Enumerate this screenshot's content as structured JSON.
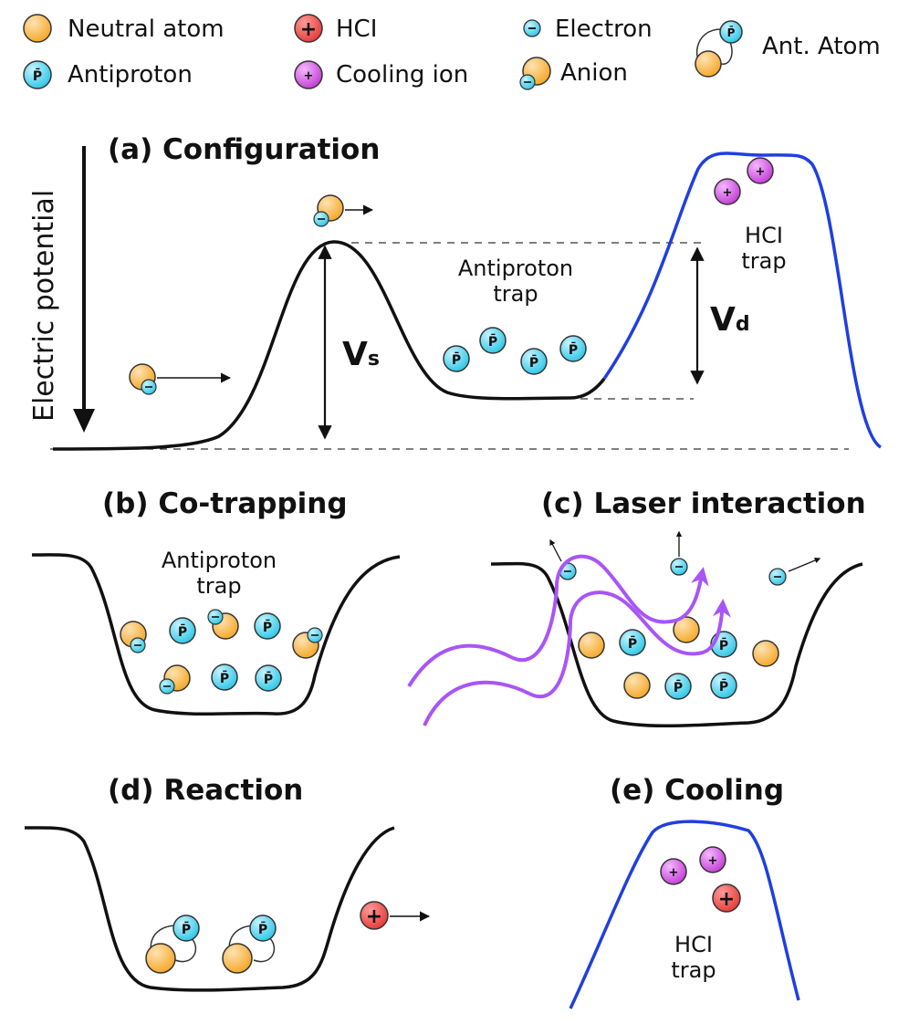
{
  "legend": {
    "neutral_atom": "Neutral atom",
    "hci": "HCI",
    "electron": "Electron",
    "ant_atom": "Ant. Atom",
    "antiproton": "Antiproton",
    "cooling_ion": "Cooling ion",
    "anion": "Anion"
  },
  "glyphs": {
    "antiproton": "P̄",
    "plus": "+",
    "minus": "−"
  },
  "panel_a": {
    "title": "(a) Configuration",
    "axis_label": "Electric potential",
    "antiproton_trap_line1": "Antiproton",
    "antiproton_trap_line2": "trap",
    "hci_trap_line1": "HCI",
    "hci_trap_line2": "trap",
    "vs_main": "V",
    "vs_sub": "s",
    "vd_main": "V",
    "vd_sub": "d"
  },
  "panel_b": {
    "title": "(b) Co-trapping",
    "trap_line1": "Antiproton",
    "trap_line2": "trap"
  },
  "panel_c": {
    "title": "(c) Laser interaction"
  },
  "panel_d": {
    "title": "(d) Reaction"
  },
  "panel_e": {
    "title": "(e) Cooling",
    "trap_line1": "HCI",
    "trap_line2": "trap"
  },
  "colors": {
    "neutral_atom": "#f5a623",
    "antiproton": "#29c6e6",
    "hci": "#e53935",
    "cooling_ion": "#c23bd4",
    "electron": "#29c6e6",
    "hci_trap_curve": "#1f3fe0",
    "laser": "#a855f7",
    "potential_curve": "#111111"
  }
}
